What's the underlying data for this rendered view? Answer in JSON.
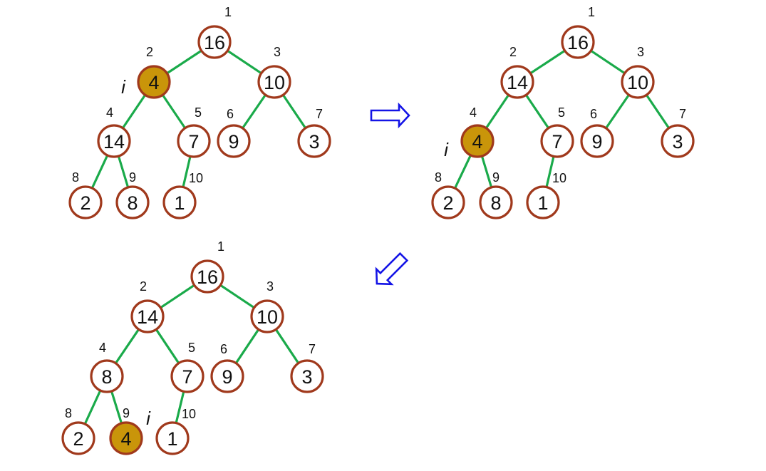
{
  "colors": {
    "edge": "#1aaa4a",
    "node_stroke": "#a0391c",
    "node_fill": "#ffffff",
    "highlight_fill": "#c9950a",
    "arrow": "#1414e6"
  },
  "pointer_label": "i",
  "trees": [
    {
      "name": "before",
      "highlight_index": 2,
      "nodes": [
        {
          "index": "1",
          "value": "16"
        },
        {
          "index": "2",
          "value": "4"
        },
        {
          "index": "3",
          "value": "10"
        },
        {
          "index": "4",
          "value": "14"
        },
        {
          "index": "5",
          "value": "7"
        },
        {
          "index": "6",
          "value": "9"
        },
        {
          "index": "7",
          "value": "3"
        },
        {
          "index": "8",
          "value": "2"
        },
        {
          "index": "9",
          "value": "8"
        },
        {
          "index": "10",
          "value": "1"
        }
      ]
    },
    {
      "name": "after-first-swap",
      "highlight_index": 4,
      "nodes": [
        {
          "index": "1",
          "value": "16"
        },
        {
          "index": "2",
          "value": "14"
        },
        {
          "index": "3",
          "value": "10"
        },
        {
          "index": "4",
          "value": "4"
        },
        {
          "index": "5",
          "value": "7"
        },
        {
          "index": "6",
          "value": "9"
        },
        {
          "index": "7",
          "value": "3"
        },
        {
          "index": "8",
          "value": "2"
        },
        {
          "index": "9",
          "value": "8"
        },
        {
          "index": "10",
          "value": "1"
        }
      ]
    },
    {
      "name": "after-second-swap",
      "highlight_index": 9,
      "nodes": [
        {
          "index": "1",
          "value": "16"
        },
        {
          "index": "2",
          "value": "14"
        },
        {
          "index": "3",
          "value": "10"
        },
        {
          "index": "4",
          "value": "8"
        },
        {
          "index": "5",
          "value": "7"
        },
        {
          "index": "6",
          "value": "9"
        },
        {
          "index": "7",
          "value": "3"
        },
        {
          "index": "8",
          "value": "2"
        },
        {
          "index": "9",
          "value": "4"
        },
        {
          "index": "10",
          "value": "1"
        }
      ]
    }
  ],
  "arrows": [
    {
      "direction": "right"
    },
    {
      "direction": "down-left"
    }
  ]
}
